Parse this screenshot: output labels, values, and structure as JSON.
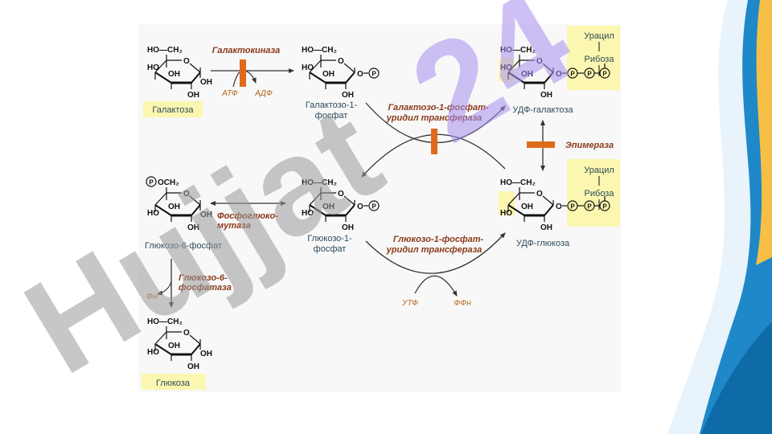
{
  "chem_labels": {
    "ho_ch2": "HO—CH₂",
    "p_och2": "OCH₂",
    "oh": "OH",
    "ho": "HO",
    "o": "O",
    "p": "P"
  },
  "compounds": {
    "galactose": "Галактоза",
    "gal1p_line1": "Галактозо-1-",
    "gal1p_line2": "фосфат",
    "udp_gal": "УДФ-галактоза",
    "udp_glc": "УДФ-глюкоза",
    "glc6p": "Глюкозо-6-фосфат",
    "glc1p_line1": "Глюкозо-1-",
    "glc1p_line2": "фосфат",
    "glucose": "Глюкоза",
    "uracil": "Урацил",
    "ribose": "Рибоза"
  },
  "enzymes": {
    "galactokinase": "Галактокиназа",
    "gal_transferase_line1": "Галактозо-1-фосфат-",
    "gal_transferase_line2": "уридил трансфераза",
    "epimerase": "Эпимераза",
    "pgm_line1": "Фосфоглюко-",
    "pgm_line2": "мутаза",
    "glc_transferase_line1": "Глюкозо-1-фосфат-",
    "glc_transferase_line2": "уридил трансфераза",
    "g6pase_line1": "Глюкозо-6-",
    "g6pase_line2": "фосфатаза"
  },
  "cofactors": {
    "atp": "АТФ",
    "adp": "АДФ",
    "utp": "УТФ",
    "ppi": "ФФн",
    "pi": "Фн"
  },
  "watermark": {
    "text1": "Hujjat",
    "text2": "24"
  },
  "colors": {
    "enzyme_bar": "#e06a1c",
    "enzyme_text": "#8b3a1a",
    "highlight": "#fbf7b0",
    "wave_blue": "#1e88c8",
    "wave_yellow": "#f6c046"
  }
}
